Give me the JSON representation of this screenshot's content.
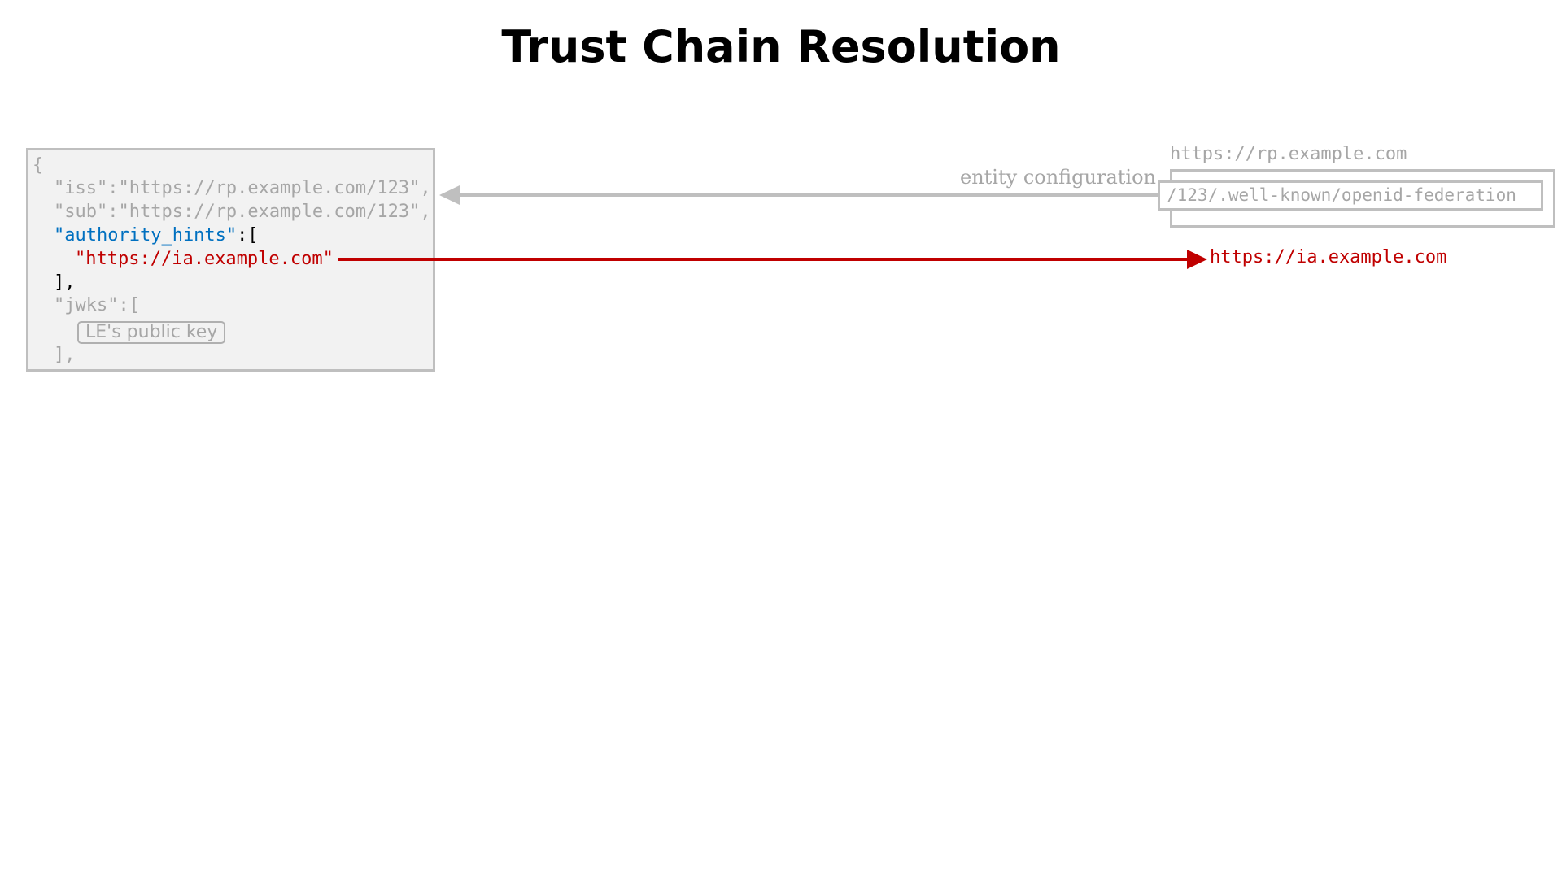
{
  "title": "Trust Chain Resolution",
  "entity_statement": {
    "open_brace": "{",
    "iss_key": "\"iss\"",
    "iss_value": "\"https://rp.example.com/123\",",
    "sub_key": "\"sub\"",
    "sub_value": "\"https://rp.example.com/123\",",
    "authority_hints_key": "\"authority_hints\"",
    "authority_hints_open": ":[",
    "authority_hint_value": "\"https://ia.example.com\"",
    "authority_hints_close": "],",
    "jwks_key": "\"jwks\"",
    "jwks_open": ":[",
    "jwks_key_badge": "LE's public key",
    "jwks_close": "],",
    "colon": ":"
  },
  "endpoint": {
    "host": "https://rp.example.com",
    "path": "/123/.well-known/openid-federation"
  },
  "arrows": {
    "entity_configuration_label": "entity configuration",
    "authority_hint_target": "https://ia.example.com"
  },
  "colors": {
    "gray": "#a6a6a6",
    "box_border": "#bfbfbf",
    "box_fill": "#f2f2f2",
    "blue": "#0070c0",
    "red": "#c00000"
  }
}
